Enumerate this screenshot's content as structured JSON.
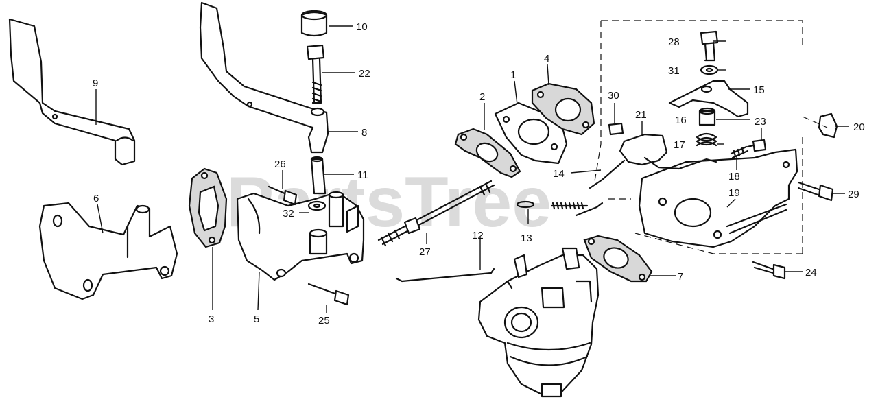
{
  "watermark": "PartsTree",
  "callouts": {
    "n1": "1",
    "n2": "2",
    "n3": "3",
    "n4": "4",
    "n5": "5",
    "n6": "6",
    "n7": "7",
    "n8": "8",
    "n9": "9",
    "n10": "10",
    "n11": "11",
    "n12": "12",
    "n13": "13",
    "n14": "14",
    "n15": "15",
    "n16": "16",
    "n17": "17",
    "n18": "18",
    "n19": "19",
    "n20": "20",
    "n21": "21",
    "n22": "22",
    "n23": "23",
    "n24": "24",
    "n25": "25",
    "n26": "26",
    "n27": "27",
    "n28": "28",
    "n29": "29",
    "n30": "30",
    "n31": "31",
    "n32": "32"
  }
}
